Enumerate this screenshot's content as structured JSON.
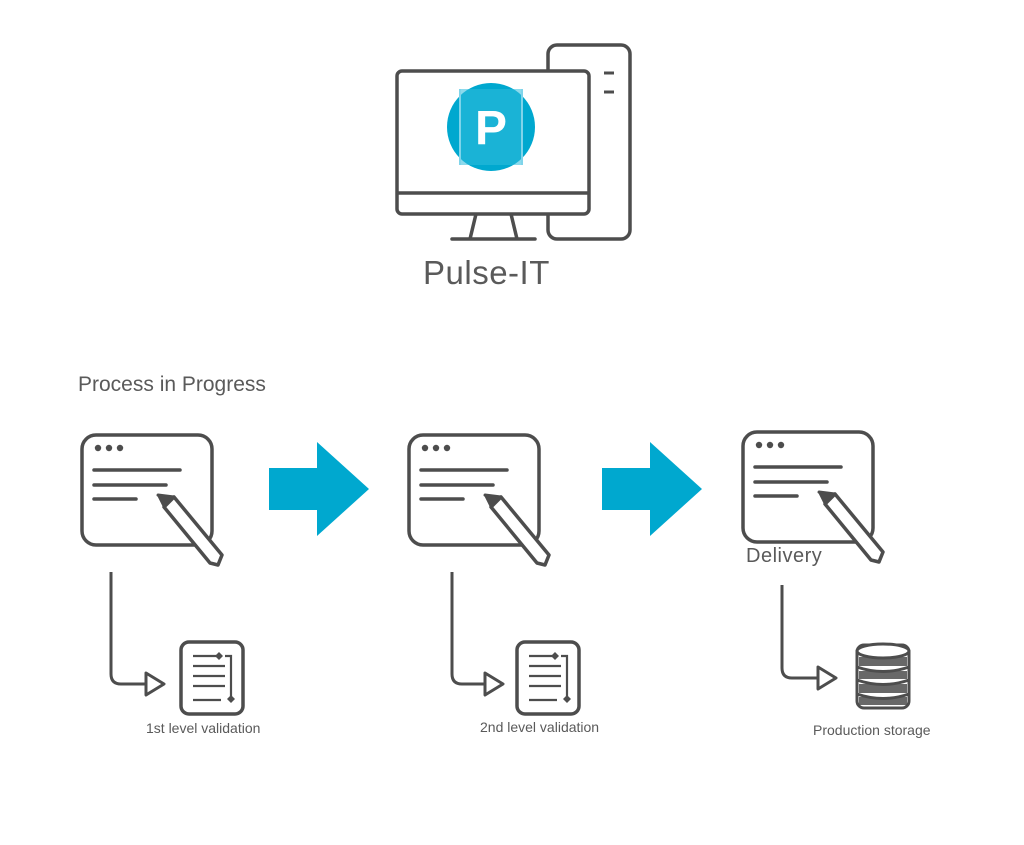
{
  "app": {
    "name": "Pulse-IT",
    "logo_letter": "P",
    "logo_color": "#00a8cf"
  },
  "process": {
    "heading": "Process in Progress",
    "delivery_label": "Delivery",
    "steps": [
      {
        "label": "1st level validation",
        "icon": "checklist-document-icon"
      },
      {
        "label": "2nd level validation",
        "icon": "checklist-document-icon"
      },
      {
        "label": "Production storage",
        "icon": "database-icon"
      }
    ]
  },
  "colors": {
    "line": "#4d4d4d",
    "accent": "#00a8cf"
  }
}
